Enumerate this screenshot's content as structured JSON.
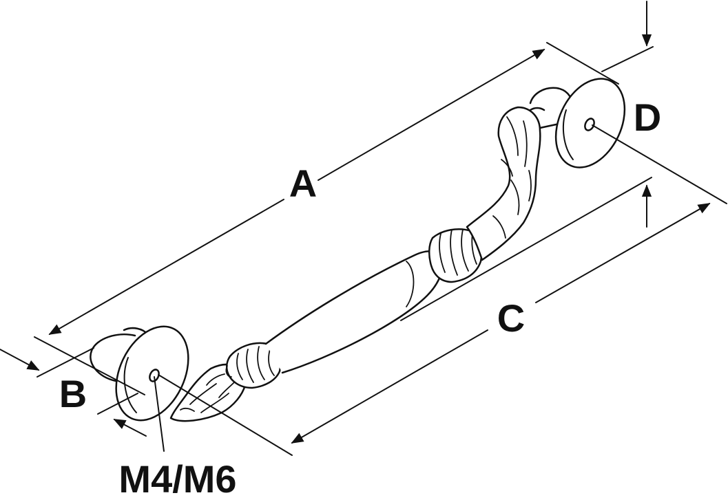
{
  "labels": {
    "a": "A",
    "b": "B",
    "c": "C",
    "d": "D",
    "thread": "M4/M6"
  },
  "colors": {
    "line": "#111111",
    "background": "#ffffff"
  }
}
